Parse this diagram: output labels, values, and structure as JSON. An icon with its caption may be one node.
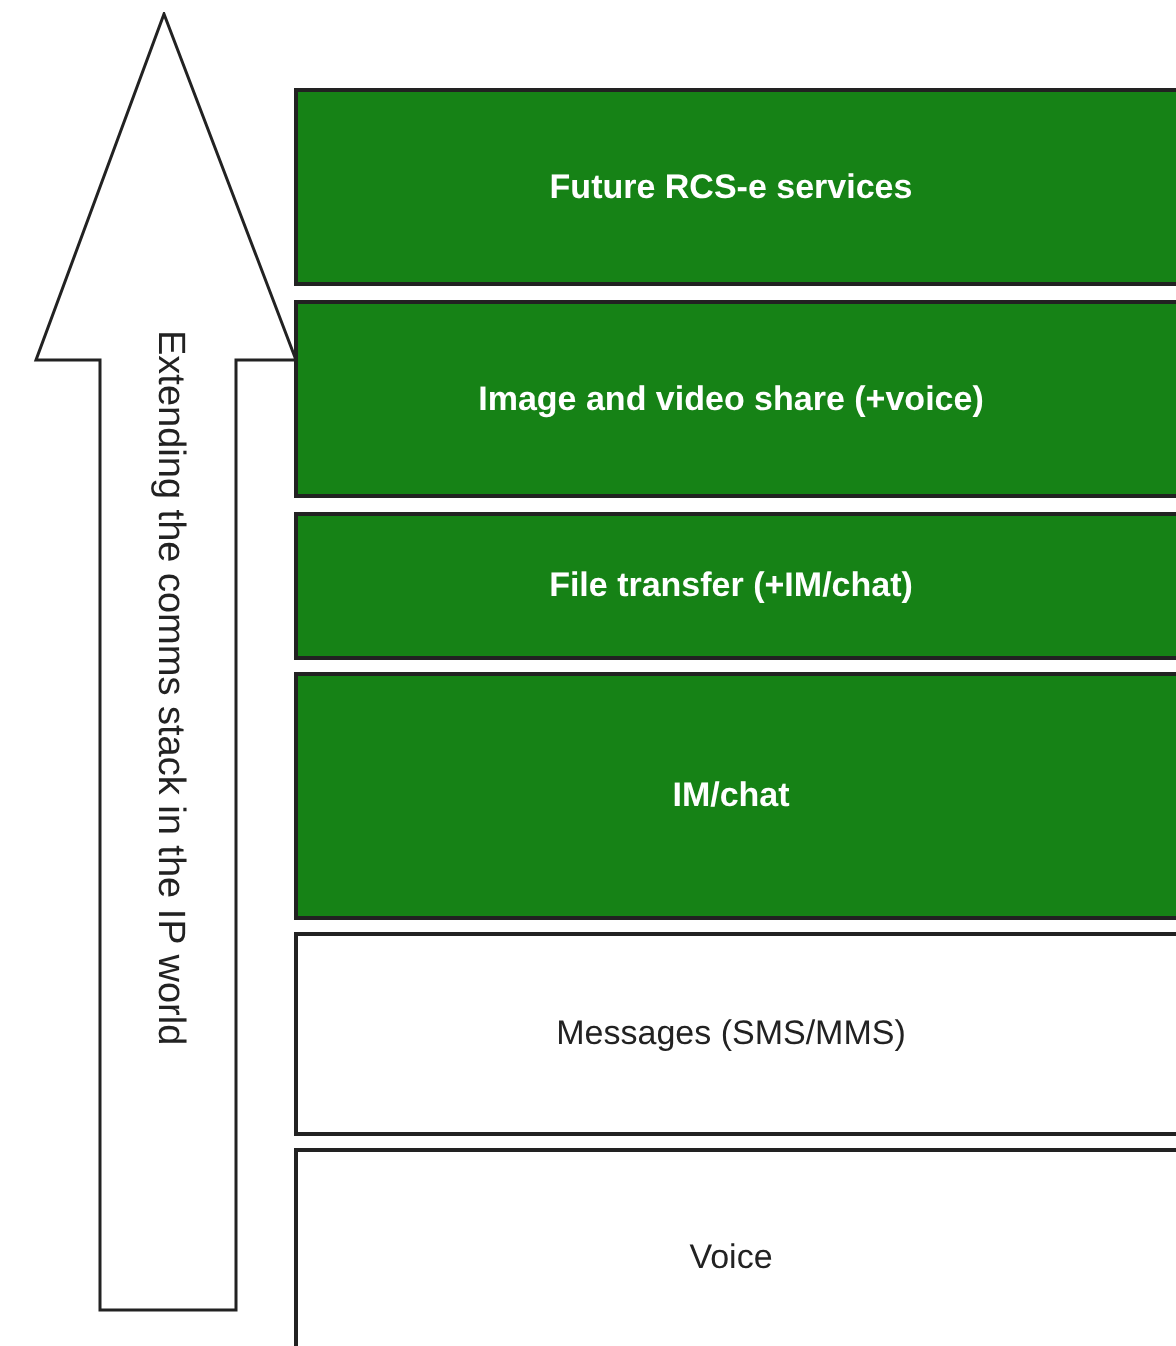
{
  "diagram": {
    "nodes": [
      {
        "text": [
          "Extending the comms stack in the IP world"
        ]
      },
      {
        "text": [
          "Future RCS-e services"
        ]
      },
      {
        "text": [
          "Image and video share (+voice)"
        ]
      },
      {
        "text": [
          "File transfer (+IM/chat)"
        ]
      },
      {
        "text": [
          "IM/chat"
        ]
      },
      {
        "text": [
          "Messages (SMS/MMS)"
        ]
      },
      {
        "text": [
          "Voice"
        ]
      }
    ]
  }
}
